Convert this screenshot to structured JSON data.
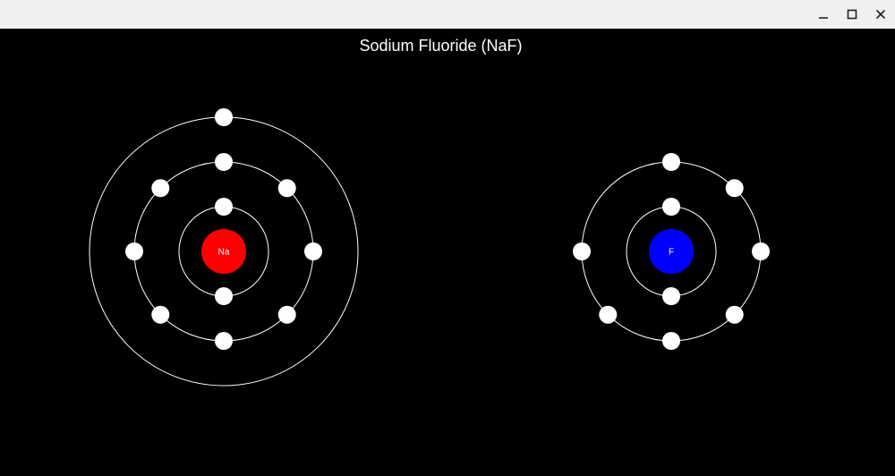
{
  "window": {
    "controls": {
      "minimize_icon": "minimize-icon",
      "maximize_icon": "maximize-icon",
      "close_icon": "close-icon"
    }
  },
  "diagram": {
    "title": "Sodium Fluoride (NaF)",
    "background_color": "#000000",
    "orbit_color": "#ffffff",
    "electron_color": "#ffffff",
    "atoms": [
      {
        "symbol": "Na",
        "nucleus_color": "#ff0000",
        "shells": [
          2,
          8,
          1
        ]
      },
      {
        "symbol": "F",
        "nucleus_color": "#0000ff",
        "shells": [
          2,
          7
        ]
      }
    ]
  }
}
